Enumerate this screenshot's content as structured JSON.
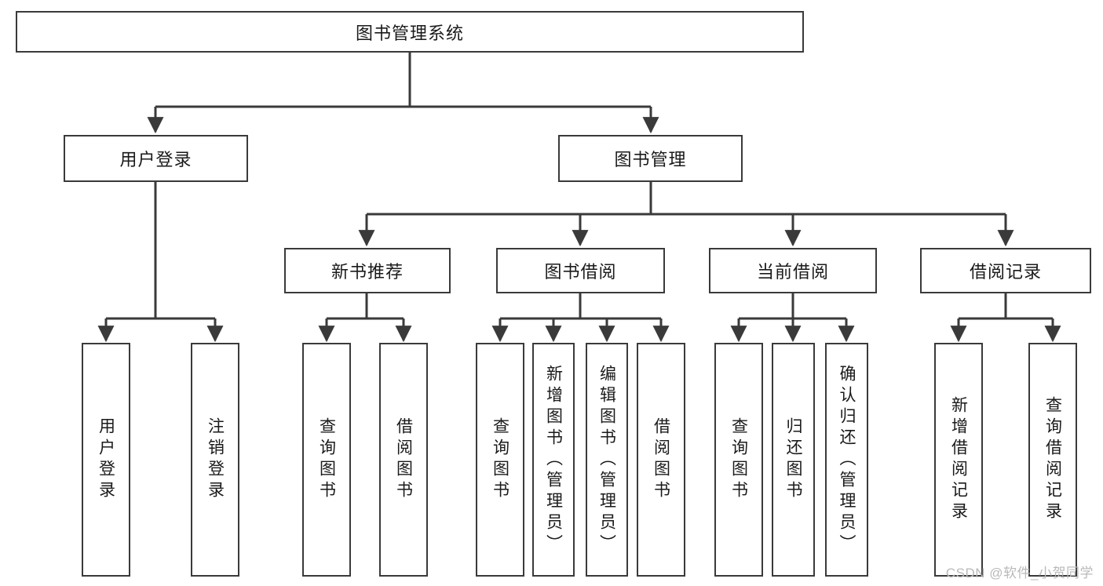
{
  "diagram": {
    "title": "图书管理系统",
    "type": "tree-hierarchy-diagram",
    "root": {
      "label": "图书管理系统"
    },
    "level2": [
      {
        "label": "用户登录"
      },
      {
        "label": "图书管理"
      }
    ],
    "level3": [
      {
        "label": "新书推荐"
      },
      {
        "label": "图书借阅"
      },
      {
        "label": "当前借阅"
      },
      {
        "label": "借阅记录"
      }
    ],
    "leaves": {
      "user_login": [
        {
          "label": "用户登录"
        },
        {
          "label": "注销登录"
        }
      ],
      "new_book_recommend": [
        {
          "label": "查询图书"
        },
        {
          "label": "借阅图书"
        }
      ],
      "book_borrow": [
        {
          "label": "查询图书"
        },
        {
          "label": "新增图书（管理员）"
        },
        {
          "label": "编辑图书（管理员）"
        },
        {
          "label": "借阅图书"
        }
      ],
      "current_borrow": [
        {
          "label": "查询图书"
        },
        {
          "label": "归还图书"
        },
        {
          "label": "确认归还（管理员）"
        }
      ],
      "borrow_record": [
        {
          "label": "新增借阅记录"
        },
        {
          "label": "查询借阅记录"
        }
      ]
    }
  },
  "watermark": {
    "text": "CSDN @软件_小贺同学"
  },
  "colors": {
    "stroke": "#3a3a3a",
    "background": "#ffffff",
    "text": "#1a1a1a",
    "watermark": "#b9b9b9"
  }
}
